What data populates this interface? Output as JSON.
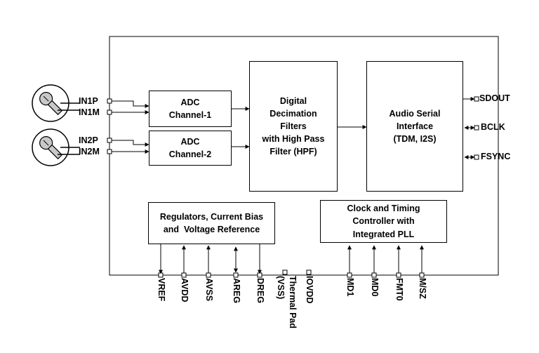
{
  "blocks": {
    "adc1": [
      "ADC",
      "Channel-1"
    ],
    "adc2": [
      "ADC",
      "Channel-2"
    ],
    "ddf": [
      "Digital",
      "Decimation",
      "Filters",
      "with High Pass",
      "Filter (HPF)"
    ],
    "asi": [
      "Audio Serial",
      "Interface",
      "(TDM, I2S)"
    ],
    "reg": [
      "Regulators, Current Bias",
      "and  Voltage Reference"
    ],
    "clk": [
      "Clock and Timing",
      "Controller with",
      "Integrated PLL"
    ]
  },
  "inputs": [
    "IN1P",
    "IN1M",
    "IN2P",
    "IN2M"
  ],
  "outputs": [
    "SDOUT",
    "BCLK",
    "FSYNC"
  ],
  "bottom_pins": {
    "vref": "VREF",
    "avdd": "AVDD",
    "avss": "AVSS",
    "areg": "AREG",
    "dreg": "DREG",
    "thermal_pad": [
      "Thermal Pad",
      "(VSS)"
    ],
    "iovdd": "IOVDD",
    "md1": "MD1",
    "md0": "MD0",
    "fmt0": "FMT0",
    "msz": "M/SZ"
  }
}
